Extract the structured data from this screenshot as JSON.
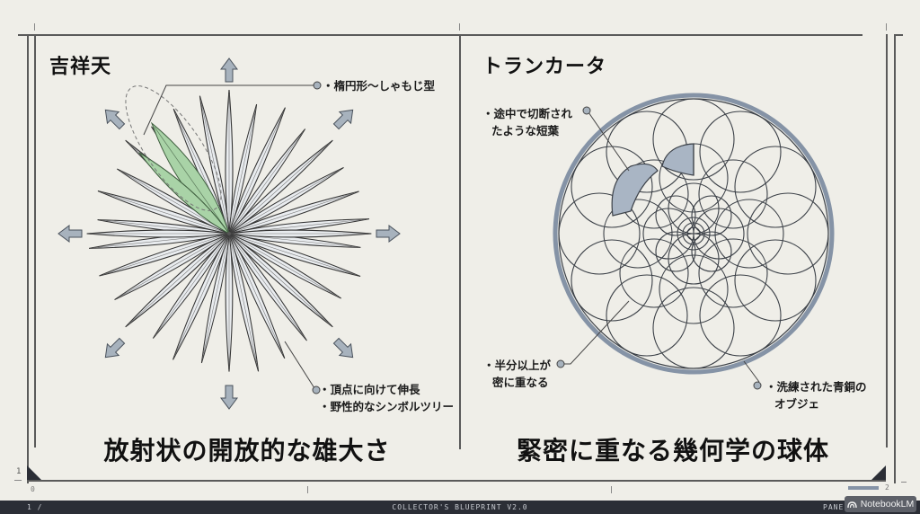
{
  "panels": [
    {
      "id": "left",
      "title": "吉祥天",
      "caption": "放射状の開放的な雄大さ",
      "annotations": [
        {
          "lines": [
            "・楕円形〜しゃもじ型"
          ]
        },
        {
          "lines": [
            "・頂点に向けて伸長",
            "・野性的なシンボルツリー"
          ]
        }
      ],
      "illustration": "radial-starburst-leaves",
      "highlight_color": "#a9d3a7"
    },
    {
      "id": "right",
      "title": "トランカータ",
      "caption": "緊密に重なる幾何学の球体",
      "annotations": [
        {
          "lines": [
            "・途中で切断され",
            "たような短葉"
          ]
        },
        {
          "lines": [
            "・半分以上が",
            "密に重なる"
          ]
        },
        {
          "lines": [
            "・洗練された青銅の",
            "オブジェ"
          ]
        }
      ],
      "illustration": "overlapping-petal-sphere",
      "highlight_color": "#a9b5c4"
    }
  ],
  "frame": {
    "left_page_number": "1",
    "bottom_left_index": "0",
    "right_page_number": "2"
  },
  "statusbar": {
    "left": "1 /",
    "center": "COLLECTOR'S BLUEPRINT V2.0",
    "right": "PANEL"
  },
  "watermark": {
    "label": "NotebookLM",
    "icon": "notebooklm-logo-icon"
  },
  "colors": {
    "background": "#efeee8",
    "line": "#5a5a5a",
    "arrow_fill": "#a7b2bd",
    "leaf_fill": "#e9ecef",
    "accent_green": "#a9d3a7",
    "accent_steel": "#a9b5c4",
    "statusbar_bg": "#2b2e36"
  }
}
